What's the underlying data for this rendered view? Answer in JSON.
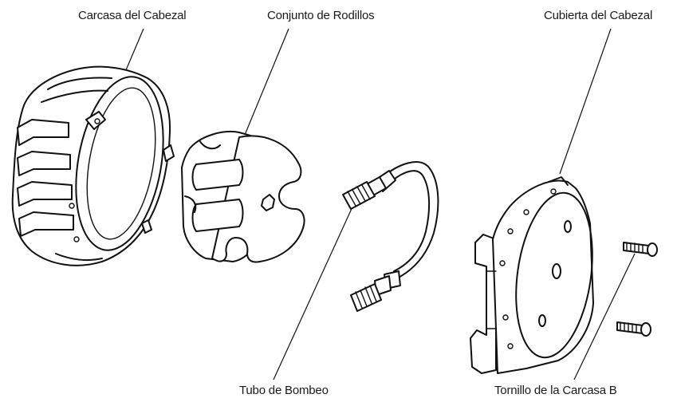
{
  "labels": {
    "carcasa_cabezal": "Carcasa del Cabezal",
    "conjunto_rodillos": "Conjunto de Rodillos",
    "cubierta_cabezal": "Cubierta del Cabezal",
    "tubo_bombeo": "Tubo de Bombeo",
    "tornillo_carcasa": "Tornillo de la Carcasa B"
  }
}
